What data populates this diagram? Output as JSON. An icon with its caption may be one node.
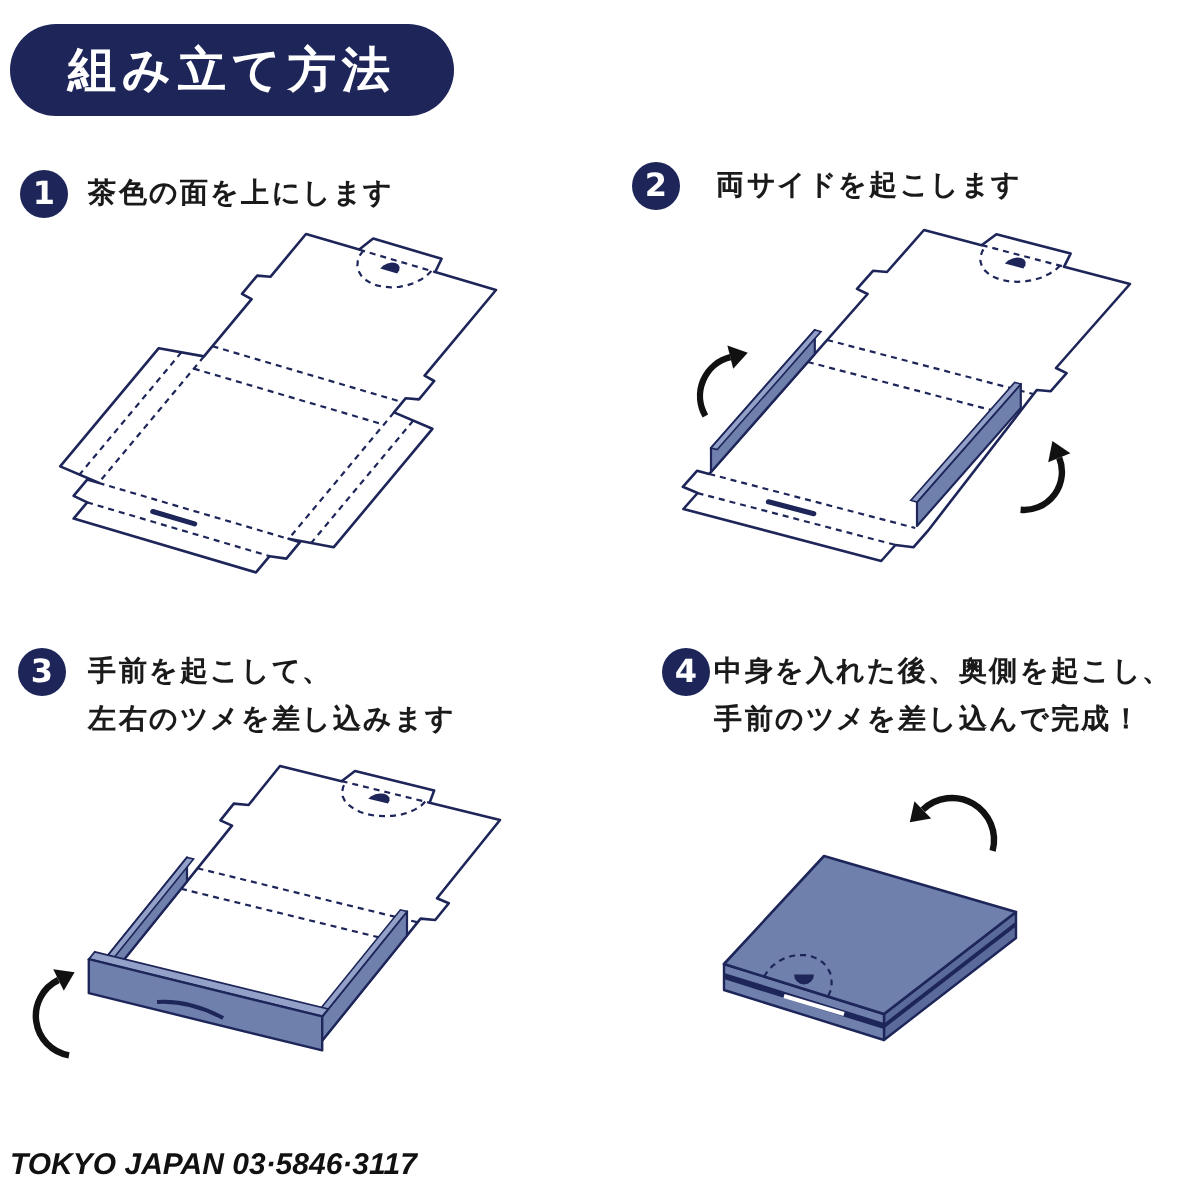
{
  "diagram": {
    "title": "組み立て方法",
    "labels": [
      "1",
      "茶色の面を上にします",
      "2",
      "両サイドを起こします",
      "3",
      "手前を起こして、左右のツメを差し込みます",
      "4",
      "中身を入れた後、奥側を起こし、手前のツメを差し込んで完成！",
      "TOKYO JAPAN 03·5846·3117"
    ]
  }
}
